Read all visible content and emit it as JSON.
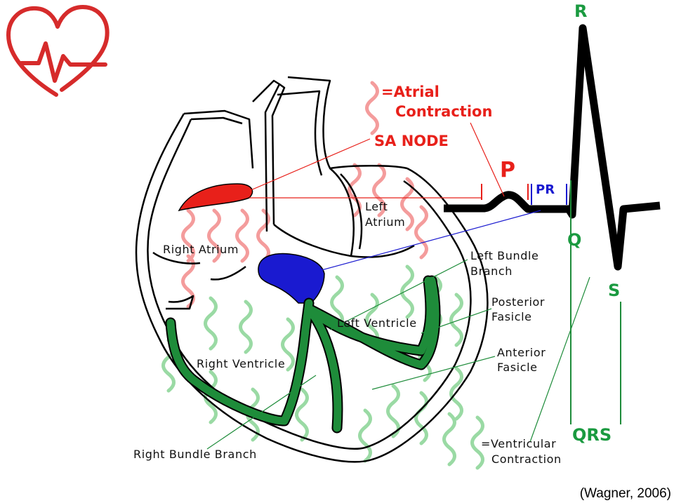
{
  "labels": {
    "r": "R",
    "p": "P",
    "pr": "PR",
    "q": "Q",
    "s": "S",
    "qrs": "QRS",
    "atrial_1": "=Atrial",
    "atrial_2": "Contraction",
    "sa_node": "SA NODE",
    "left_atrium_1": "Left",
    "left_atrium_2": "Atrium",
    "right_atrium": "Right Atrium",
    "left_bundle_1": "Left Bundle",
    "left_bundle_2": "Branch",
    "posterior_1": "Posterior",
    "posterior_2": "Fasicle",
    "left_ventricle": "Left Ventricle",
    "anterior_1": "Anterior",
    "anterior_2": "Fasicle",
    "right_ventricle": "Right Ventricle",
    "right_bundle": "Right Bundle Branch",
    "ventricular_1": "=Ventricular",
    "ventricular_2": "Contraction"
  },
  "citation": "(Wagner, 2006)",
  "colors": {
    "red": "#e8201a",
    "blue": "#1a1ad0",
    "green": "#1e8c3a",
    "wave_red": "#f28b8b",
    "wave_green": "#8fd69a",
    "outline": "#000000"
  },
  "icons": [
    "heart-ecg-logo-icon"
  ]
}
